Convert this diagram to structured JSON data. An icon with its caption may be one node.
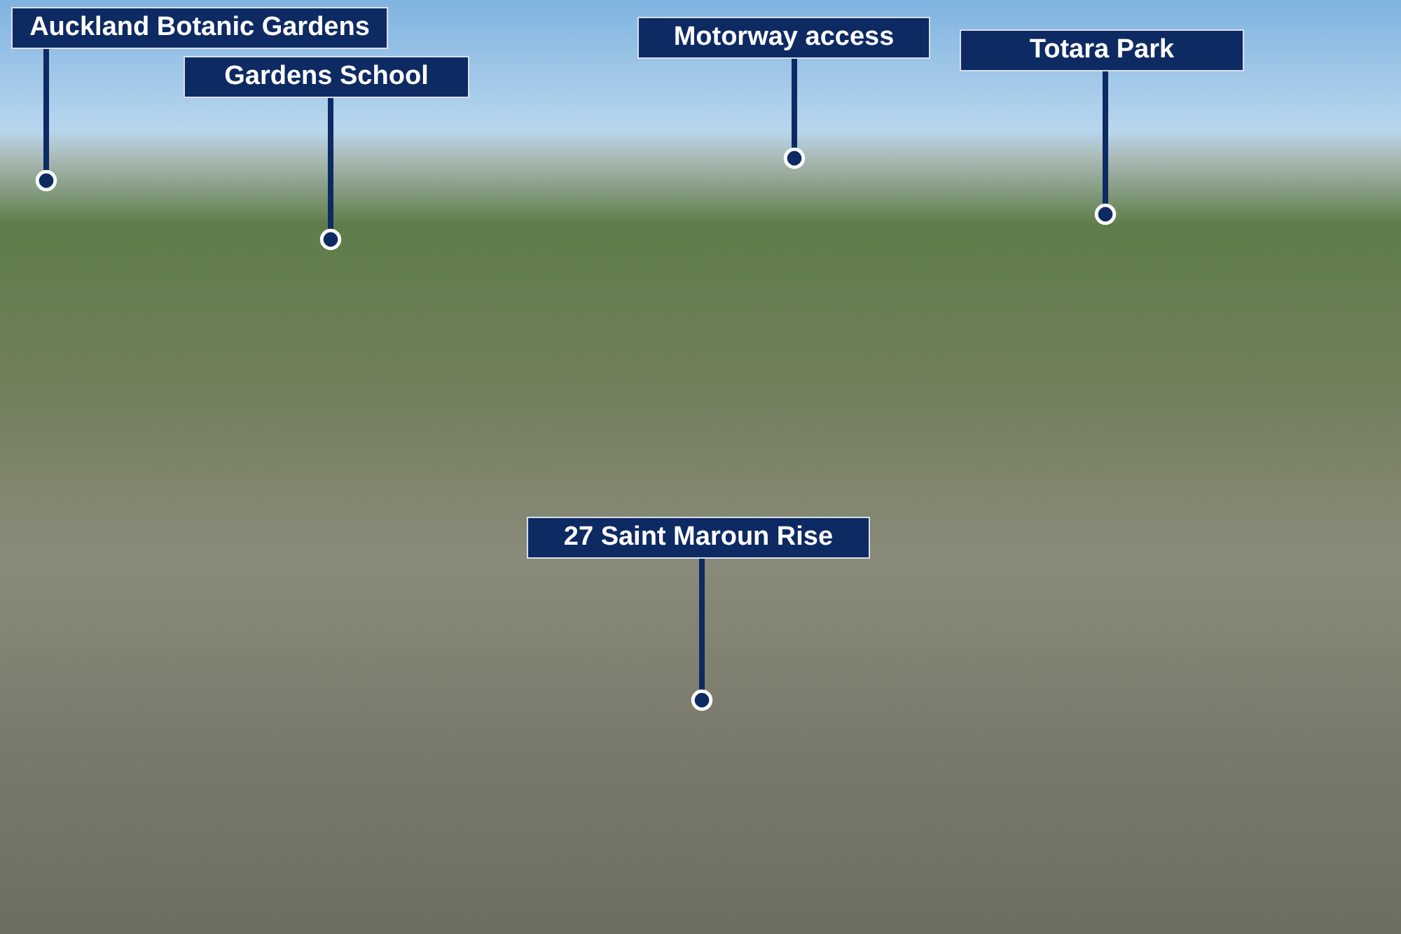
{
  "diagram": {
    "nodes": [
      {
        "text": [
          "Auckland Botanic Gardens"
        ]
      },
      {
        "text": [
          "Gardens School"
        ]
      },
      {
        "text": [
          "Motorway access"
        ]
      },
      {
        "text": [
          "Totara Park"
        ]
      },
      {
        "text": [
          "27 Saint Maroun Rise"
        ]
      }
    ],
    "edges": [
      {
        "from": 0,
        "to": null,
        "arrow": "other"
      },
      {
        "from": 1,
        "to": null,
        "arrow": "other"
      },
      {
        "from": 2,
        "to": null,
        "arrow": "other"
      },
      {
        "from": 3,
        "to": null,
        "arrow": "other"
      },
      {
        "from": 4,
        "to": null,
        "arrow": "other"
      }
    ]
  }
}
